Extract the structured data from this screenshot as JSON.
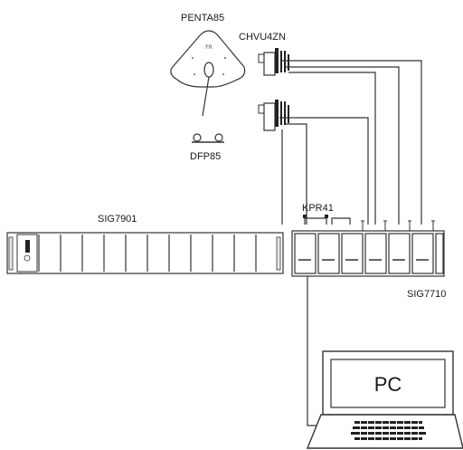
{
  "labels": {
    "antenna": "PENTA85",
    "antenna_mark": "FR",
    "converter": "CHVU4ZN",
    "dish_mount": "DFP85",
    "rack": "SIG7901",
    "splitter": "KPR41",
    "modules": "SIG7710",
    "computer": "PC"
  },
  "colors": {
    "stroke": "#333333",
    "fill": "#ffffff",
    "shade": "#e8e8e8",
    "dark": "#222222"
  }
}
